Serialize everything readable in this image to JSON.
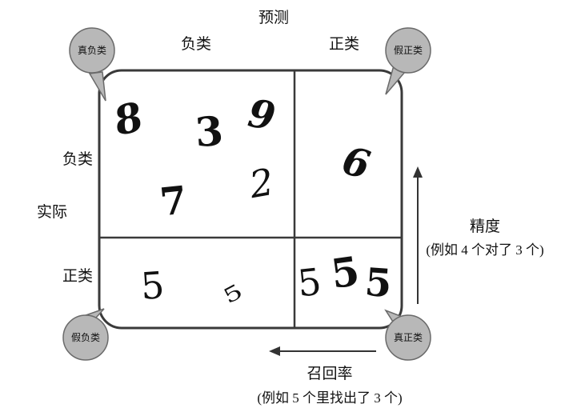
{
  "title": "预测",
  "axis": {
    "predicted_negative": "负类",
    "predicted_positive": "正类",
    "actual_label": "实际",
    "actual_negative": "负类",
    "actual_positive": "正类"
  },
  "bubbles": {
    "true_negative": "真负类",
    "false_positive": "假正类",
    "false_negative": "假负类",
    "true_positive": "真正类"
  },
  "precision": {
    "label": "精度",
    "note": "(例如 4 个对了 3 个)"
  },
  "recall": {
    "label": "召回率",
    "note": "(例如 5 个里找出了 3 个)"
  },
  "digits": {
    "tn": [
      "8",
      "3",
      "9",
      "7",
      "2"
    ],
    "fp": [
      "6"
    ],
    "fn": [
      "5",
      "5"
    ],
    "tp": [
      "5",
      "5",
      "5"
    ]
  },
  "colors": {
    "line": "#3a3a3a",
    "bubble_fill": "#b8b8b8",
    "bubble_stroke": "#6a6a6a"
  }
}
